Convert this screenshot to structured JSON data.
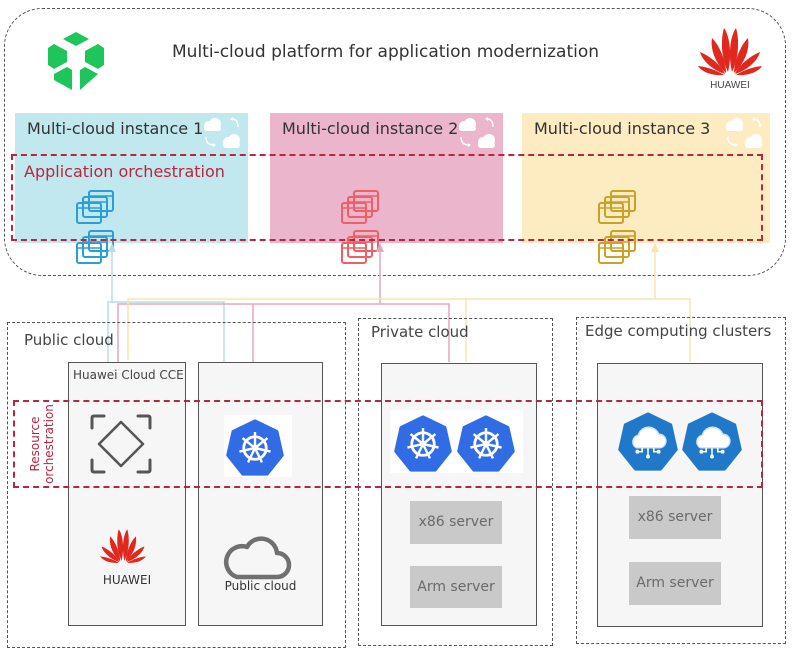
{
  "platform": {
    "title": "Multi-cloud platform for application modernization",
    "logo_icon": "green-cube-logo-icon",
    "brand": {
      "name": "HUAWEI",
      "icon": "huawei-logo-icon"
    }
  },
  "instances": [
    {
      "label": "Multi-cloud instance 1",
      "color": "#c1e8ee",
      "icon_color": "#2a9fd6",
      "icon": "app-windows-icon"
    },
    {
      "label": "Multi-cloud instance 2",
      "color": "#ebb6cc",
      "icon_color": "#ee5f66",
      "icon": "app-windows-icon"
    },
    {
      "label": "Multi-cloud instance 3",
      "color": "#fdebc2",
      "icon_color": "#c9a227",
      "icon": "app-windows-icon"
    }
  ],
  "application_orchestration": {
    "label": "Application orchestration",
    "color": "#b8263f"
  },
  "resource_orchestration": {
    "label": "Resource orchestration",
    "color": "#b8263f"
  },
  "regions": {
    "public": {
      "label": "Public cloud",
      "panels": [
        {
          "title": "Huawei Cloud CCE",
          "icon": "cce-icon",
          "brand": "HUAWEI"
        },
        {
          "icon": "kubernetes-icon",
          "caption": "Public cloud",
          "caption_icon": "cloud-outline-icon"
        }
      ]
    },
    "private": {
      "label": "Private cloud",
      "icons": [
        "kubernetes-icon",
        "kubernetes-icon"
      ],
      "servers": [
        "x86 server",
        "Arm server"
      ]
    },
    "edge": {
      "label": "Edge computing clusters",
      "icons": [
        "edge-cloud-icon",
        "edge-cloud-icon"
      ],
      "servers": [
        "x86 server",
        "Arm server"
      ]
    }
  },
  "colors": {
    "kubernetes_blue": "#326ce5",
    "edge_blue": "#1f78c8",
    "huawei_red": "#e0281e",
    "logo_green": "#1ec55a",
    "connector_blue": "#b5dde6",
    "connector_pink": "#e4a7c2",
    "connector_yellow": "#fbe3b0"
  }
}
